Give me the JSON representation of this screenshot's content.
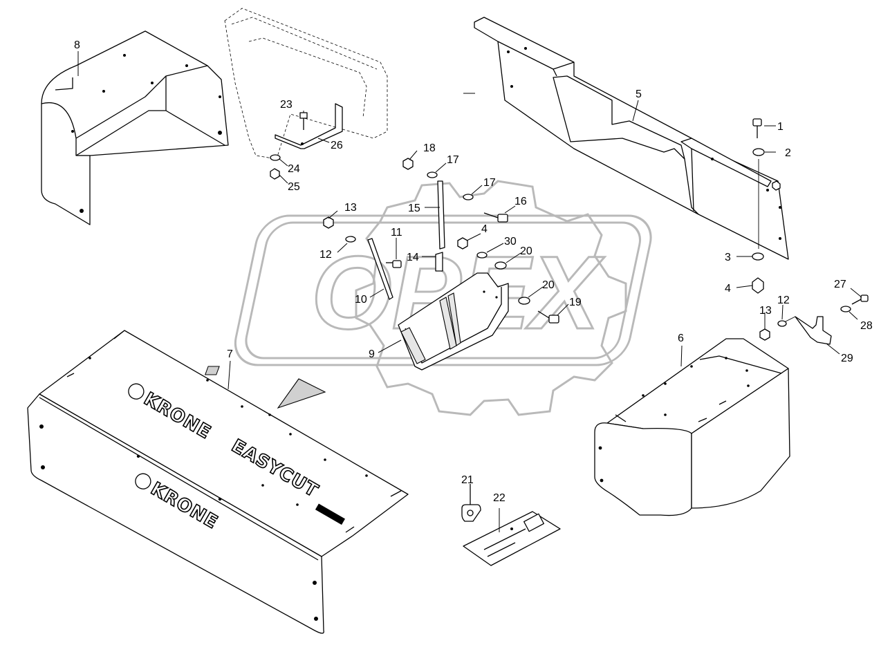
{
  "watermark": {
    "text": "OPEX"
  },
  "logos": {
    "brand_upper": "KRONE",
    "product": "EASYCUT",
    "brand_lower": "KRONE"
  },
  "callouts": [
    "1",
    "2",
    "3",
    "4",
    "5",
    "6",
    "7",
    "8",
    "9",
    "10",
    "11",
    "12",
    "13",
    "14",
    "15",
    "16",
    "17",
    "17",
    "18",
    "19",
    "20",
    "20",
    "21",
    "22",
    "23",
    "24",
    "25",
    "26",
    "27",
    "28",
    "29",
    "30",
    "4",
    "12",
    "13"
  ]
}
